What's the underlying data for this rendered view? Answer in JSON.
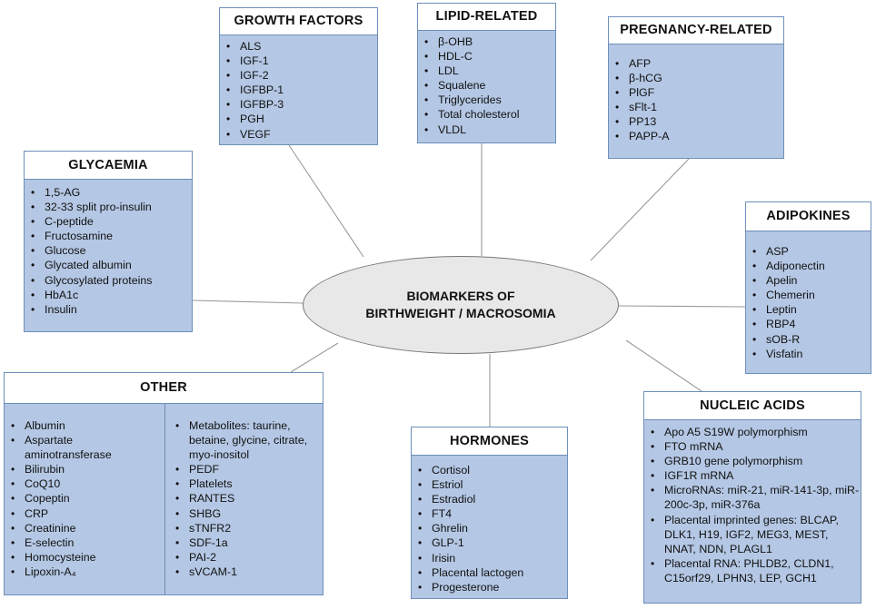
{
  "center": {
    "line1": "BIOMARKERS OF",
    "line2": "BIRTHWEIGHT / MACROSOMIA"
  },
  "groups": {
    "growth_factors": {
      "title": "GROWTH FACTORS",
      "items": [
        "ALS",
        "IGF-1",
        "IGF-2",
        "IGFBP-1",
        "IGFBP-3",
        "PGH",
        "VEGF"
      ]
    },
    "lipid_related": {
      "title": "LIPID-RELATED",
      "items": [
        "β-OHB",
        "HDL-C",
        "LDL",
        "Squalene",
        "Triglycerides",
        "Total cholesterol",
        "VLDL"
      ]
    },
    "pregnancy_related": {
      "title": "PREGNANCY-RELATED",
      "items": [
        "AFP",
        "β-hCG",
        "PlGF",
        "sFlt-1",
        "PP13",
        "PAPP-A"
      ]
    },
    "glycaemia": {
      "title": "GLYCAEMIA",
      "items": [
        "1,5-AG",
        "32-33 split pro-insulin",
        "C-peptide",
        "Fructosamine",
        "Glucose",
        "Glycated albumin",
        "Glycosylated proteins",
        "HbA1c",
        "Insulin"
      ]
    },
    "adipokines": {
      "title": "ADIPOKINES",
      "items": [
        "ASP",
        "Adiponectin",
        "Apelin",
        "Chemerin",
        "Leptin",
        "RBP4",
        "sOB-R",
        "Visfatin"
      ]
    },
    "other": {
      "title": "OTHER",
      "items_left": [
        "Albumin",
        "Aspartate aminotransferase",
        "Bilirubin",
        "CoQ10",
        "Copeptin",
        "CRP",
        "Creatinine",
        "E-selectin",
        "Homocysteine",
        "Lipoxin-A₄"
      ],
      "items_right": [
        "Metabolites: taurine, betaine, glycine, citrate, myo-inositol",
        "PEDF",
        "Platelets",
        "RANTES",
        "SHBG",
        "sTNFR2",
        "SDF-1a",
        "PAI-2",
        "sVCAM-1"
      ]
    },
    "hormones": {
      "title": "HORMONES",
      "items": [
        "Cortisol",
        "Estriol",
        "Estradiol",
        "FT4",
        "Ghrelin",
        "GLP-1",
        "Irisin",
        "Placental lactogen",
        "Progesterone"
      ]
    },
    "nucleic_acids": {
      "title": "NUCLEIC ACIDS",
      "items": [
        "Apo A5 S19W polymorphism",
        "FTO mRNA",
        "GRB10 gene polymorphism",
        "IGF1R mRNA",
        "MicroRNAs: miR-21, miR-141-3p, miR-200c-3p, miR-376a",
        "Placental imprinted genes: BLCAP, DLK1, H19, IGF2, MEG3, MEST, NNAT, NDN, PLAGL1",
        "Placental RNA: PHLDB2, CLDN1, C15orf29, LPHN3, LEP, GCH1"
      ]
    }
  }
}
